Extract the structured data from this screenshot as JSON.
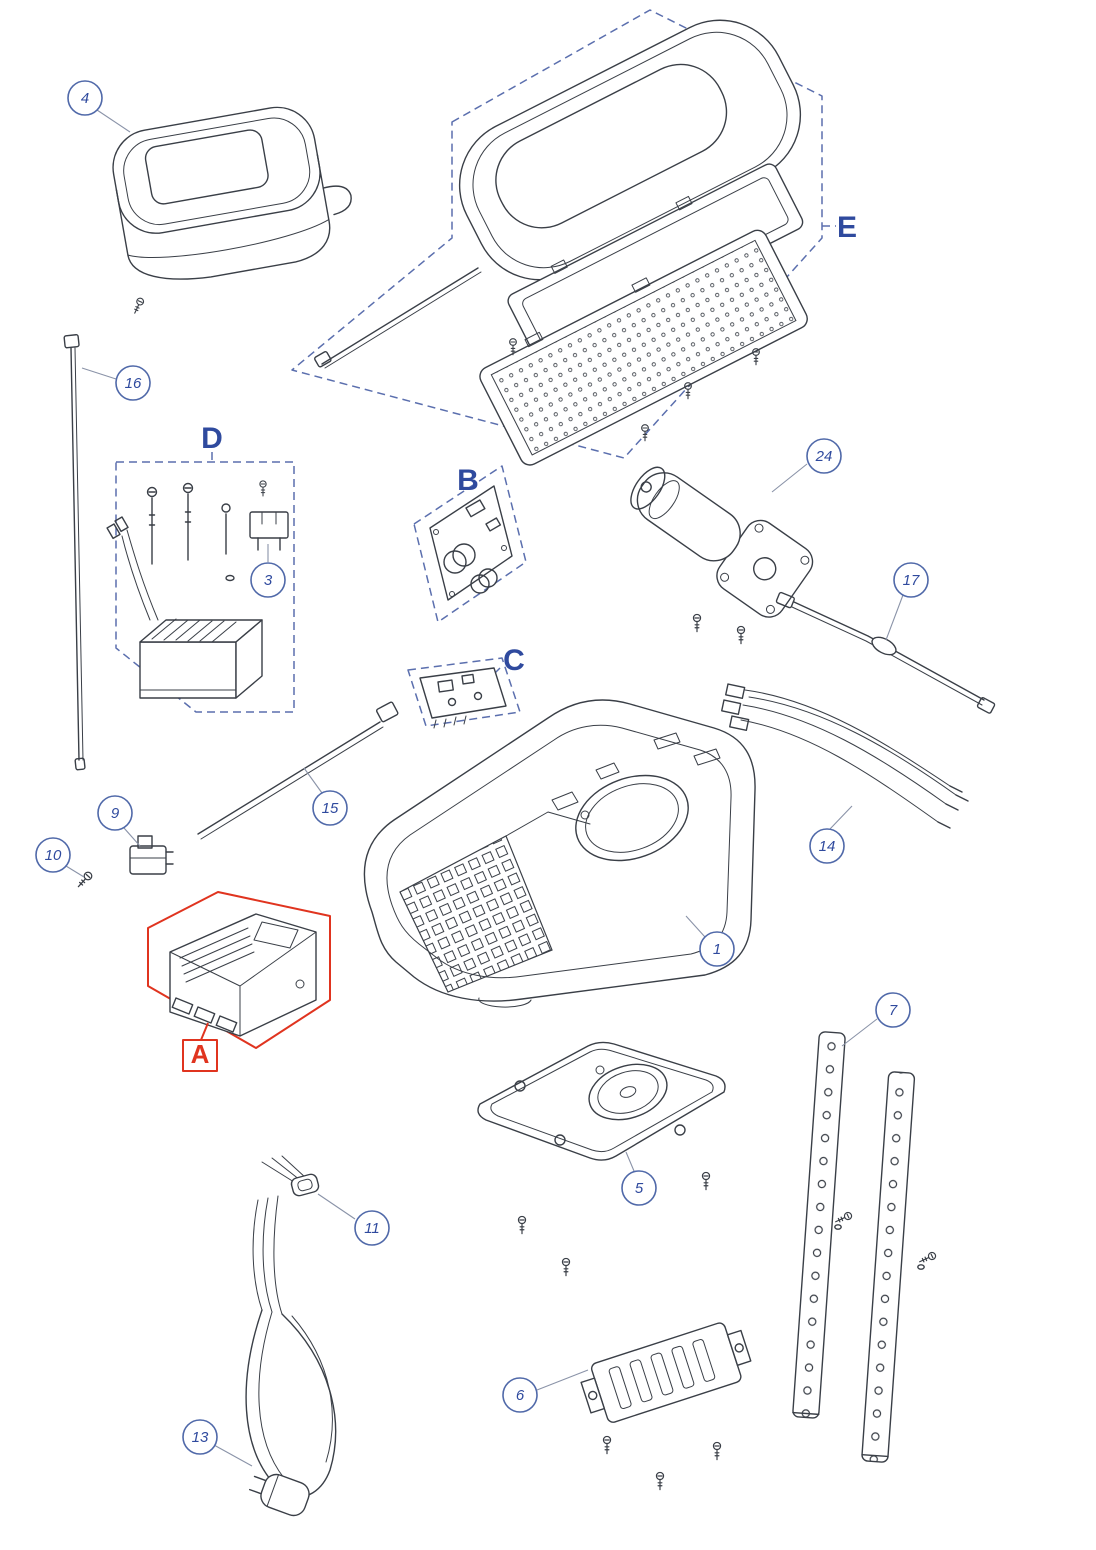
{
  "colors": {
    "line_art": "#3a3f47",
    "callout_stroke": "#5069a9",
    "callout_text": "#2f4a9e",
    "group_label_text": "#2f4a9e",
    "dashed_boundary": "#5b6fae",
    "highlight_red": "#e0341f",
    "background": "#ffffff"
  },
  "selection": {
    "highlighted_group": "A",
    "highlight_color": "#e0341f"
  },
  "callouts": {
    "n1": {
      "label": "1"
    },
    "n3": {
      "label": "3"
    },
    "n4": {
      "label": "4"
    },
    "n5": {
      "label": "5"
    },
    "n6": {
      "label": "6"
    },
    "n7": {
      "label": "7"
    },
    "n9": {
      "label": "9"
    },
    "n10": {
      "label": "10"
    },
    "n11": {
      "label": "11"
    },
    "n13": {
      "label": "13"
    },
    "n14": {
      "label": "14"
    },
    "n15": {
      "label": "15"
    },
    "n16": {
      "label": "16"
    },
    "n17": {
      "label": "17"
    },
    "n24": {
      "label": "24"
    }
  },
  "group_labels": {
    "A": {
      "label": "A",
      "highlighted": true
    },
    "B": {
      "label": "B"
    },
    "C": {
      "label": "C"
    },
    "D": {
      "label": "D"
    },
    "E": {
      "label": "E"
    }
  }
}
